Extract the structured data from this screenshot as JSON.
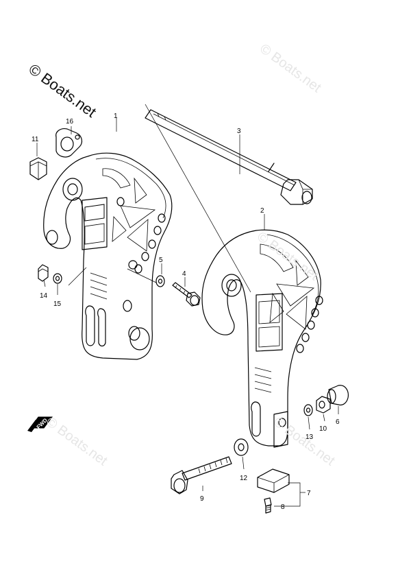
{
  "watermark": {
    "main": "© Boats.net",
    "faint": [
      "© Boats.net",
      "© Boats.net",
      "© Boats.net",
      "© Boats.net"
    ]
  },
  "fwd_mark": "FWD",
  "parts": [
    {
      "ref": "1"
    },
    {
      "ref": "2"
    },
    {
      "ref": "3"
    },
    {
      "ref": "4"
    },
    {
      "ref": "5"
    },
    {
      "ref": "6"
    },
    {
      "ref": "7"
    },
    {
      "ref": "8"
    },
    {
      "ref": "9"
    },
    {
      "ref": "10"
    },
    {
      "ref": "11"
    },
    {
      "ref": "12"
    },
    {
      "ref": "13"
    },
    {
      "ref": "14"
    },
    {
      "ref": "15"
    },
    {
      "ref": "16"
    }
  ]
}
